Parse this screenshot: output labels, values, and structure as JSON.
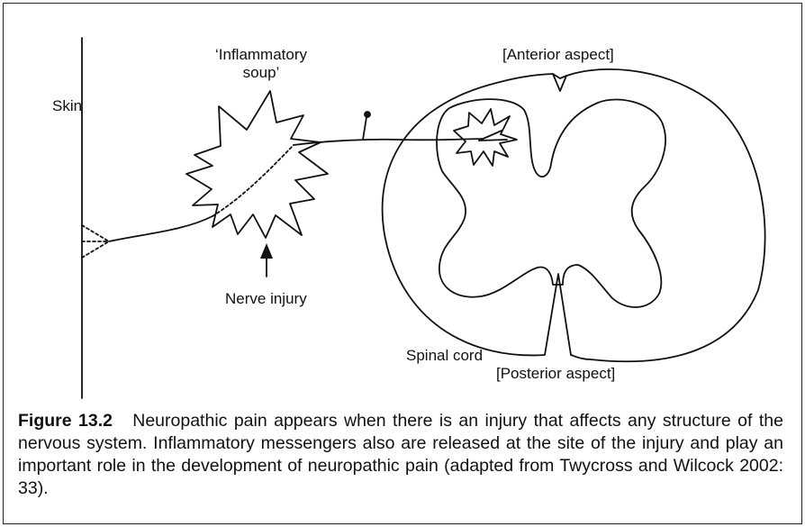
{
  "labels": {
    "skin": "Skin",
    "inflammatory_soup": "‘Inflammatory soup’",
    "nerve_injury": "Nerve injury",
    "anterior_aspect": "[Anterior aspect]",
    "posterior_aspect": "[Posterior aspect]",
    "spinal_cord": "Spinal cord"
  },
  "caption": {
    "figure_label": "Figure 13.2",
    "text": "Neuropathic pain appears when there is an injury that affects any structure of the nervous system. Inflammatory messengers also are released at the site of the injury and play an important role in the development of neuropathic pain (adapted from Twycross and Wilcock 2002: 33)."
  },
  "colors": {
    "stroke": "#111111",
    "background": "#ffffff"
  }
}
